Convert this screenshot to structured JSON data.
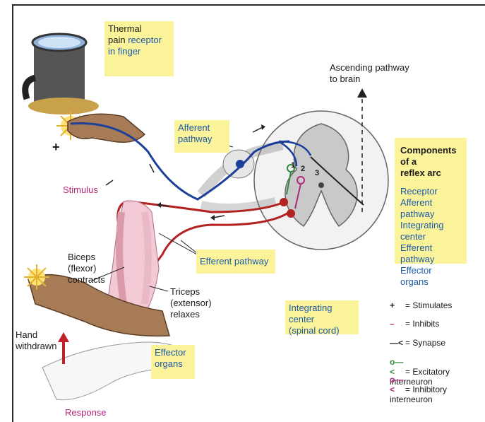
{
  "thermal_note": {
    "line1": "Thermal",
    "line2_a": "pain ",
    "line2_b": "receptor",
    "line3": "in finger"
  },
  "ascending": {
    "line1": "Ascending pathway",
    "line2": "to brain"
  },
  "afferent_note": {
    "line1": "Afferent",
    "line2": "pathway"
  },
  "components": {
    "title1": "Components of a",
    "title2": "reflex arc",
    "items": [
      "Receptor",
      "Afferent pathway",
      "Integrating center",
      "Efferent pathway",
      "Effector organs"
    ]
  },
  "stimulus_label": "Stimulus",
  "plus_sign": "+",
  "efferent_note": "Efferent pathway",
  "biceps": {
    "line1": "Biceps",
    "line2": "(flexor)",
    "line3": "contracts"
  },
  "triceps": {
    "line1": "Triceps",
    "line2": "(extensor)",
    "line3": "relaxes"
  },
  "hand_withdrawn": {
    "line1": "Hand",
    "line2": "withdrawn"
  },
  "effector_note": {
    "line1": "Effector",
    "line2": "organs"
  },
  "response_label": "Response",
  "integrating_note": {
    "line1": "Integrating center",
    "line2": "(spinal cord)"
  },
  "neuron_numbers": {
    "n1": "1",
    "n2": "2",
    "n3": "3"
  },
  "legend": [
    {
      "symbol": "+",
      "text": "= Stimulates",
      "color": "#1a1a1a"
    },
    {
      "symbol": "–",
      "text": "= Inhibits",
      "color": "#b0287a"
    },
    {
      "symbol": "—<",
      "text": "= Synapse",
      "color": "#1a1a1a"
    },
    {
      "symbol": "o—<",
      "text": "= Excitatory interneuron",
      "color": "#2e8b3a"
    },
    {
      "symbol": "o—<",
      "text": "= Inhibitory interneuron",
      "color": "#b0287a"
    }
  ],
  "colors": {
    "note_yellow": "#fbf39a",
    "afferent_blue": "#1c3f9a",
    "efferent_red": "#b32121",
    "label_pink": "#b0287a",
    "label_blue": "#1c5aa8"
  }
}
